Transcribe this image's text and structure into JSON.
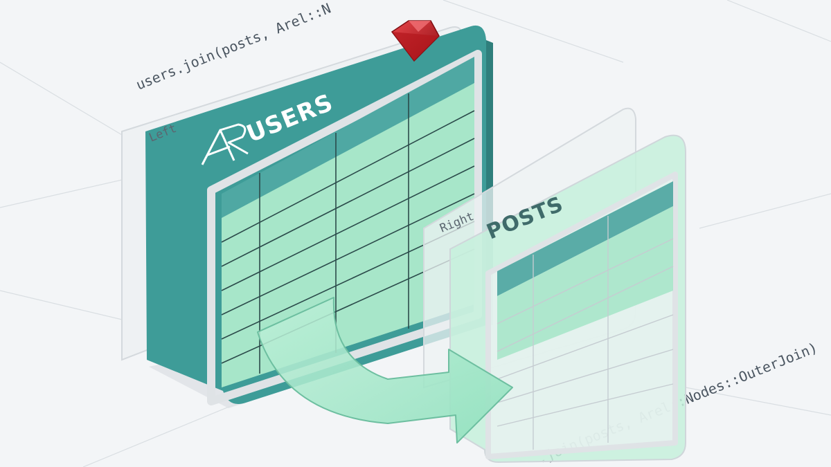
{
  "code": {
    "top": "users.join(posts, Arel::N",
    "bottom": ".join(posts, Arel::Nodes::OuterJoin)"
  },
  "tables": {
    "users": {
      "title": "USERS",
      "side_label": "Left"
    },
    "posts": {
      "title": "POSTS",
      "side_label": "Right"
    }
  },
  "icons": {
    "arel_logo": "arel-logo-icon",
    "ruby_gem": "ruby-gem-icon",
    "join_arrow": "curved-arrow-icon"
  },
  "colors": {
    "background": "#f3f5f7",
    "teal": "#3e9c98",
    "teal_header": "#4fa8a3",
    "mint": "#a7e6c9",
    "ruby": "#c41e24",
    "frame": "#dfe3e6"
  }
}
